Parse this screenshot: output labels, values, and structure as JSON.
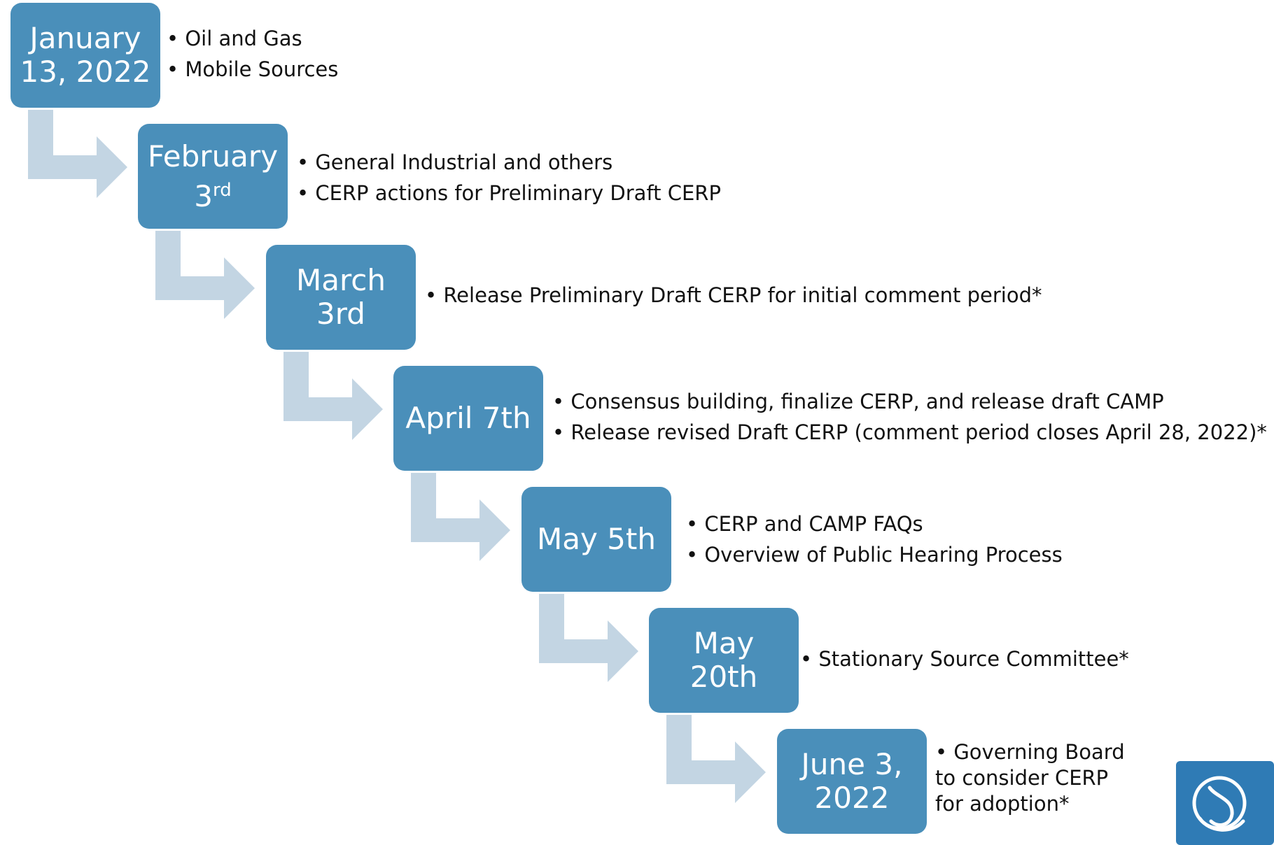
{
  "steps": [
    {
      "date": "January\n13, 2022",
      "bullets": [
        "Oil and Gas",
        "Mobile Sources"
      ]
    },
    {
      "date": "February\n3",
      "date_sup": "rd",
      "bullets": [
        "General Industrial and others",
        "CERP actions for Preliminary Draft CERP"
      ]
    },
    {
      "date": "March\n3rd",
      "bullets": [
        "Release Preliminary Draft CERP for initial comment period*"
      ]
    },
    {
      "date": "April 7th",
      "bullets": [
        "Consensus building, finalize CERP, and release draft CAMP",
        "Release revised Draft CERP (comment period closes April 28, 2022)*"
      ]
    },
    {
      "date": "May 5th",
      "bullets": [
        "CERP and CAMP FAQs",
        "Overview of Public Hearing Process"
      ]
    },
    {
      "date": "May\n20th",
      "bullets": [
        "Stationary Source Committee*"
      ]
    },
    {
      "date": "June 3,\n2022",
      "bullets": [
        "Governing Board\n to consider CERP\n for adoption*"
      ]
    }
  ],
  "colors": {
    "box": "#4a8fba",
    "connector": "#c3d5e3",
    "logo": "#2f7bb5"
  },
  "icons": {
    "logo": "agency-logo-icon"
  }
}
